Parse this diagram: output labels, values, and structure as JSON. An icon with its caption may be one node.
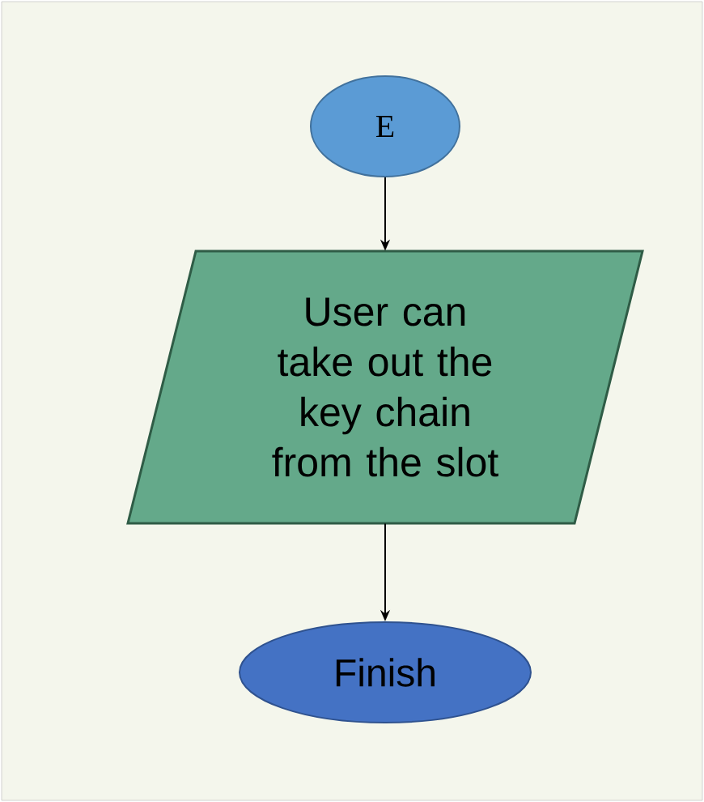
{
  "diagram": {
    "nodes": [
      {
        "text": [
          "E"
        ]
      },
      {
        "text": [
          "User can take out the key chain from the slot"
        ]
      },
      {
        "text": [
          "Finish"
        ]
      }
    ],
    "edges": [
      {
        "from": 0,
        "to": 1,
        "arrow": "to"
      },
      {
        "from": 1,
        "to": 2,
        "arrow": "to"
      }
    ]
  }
}
